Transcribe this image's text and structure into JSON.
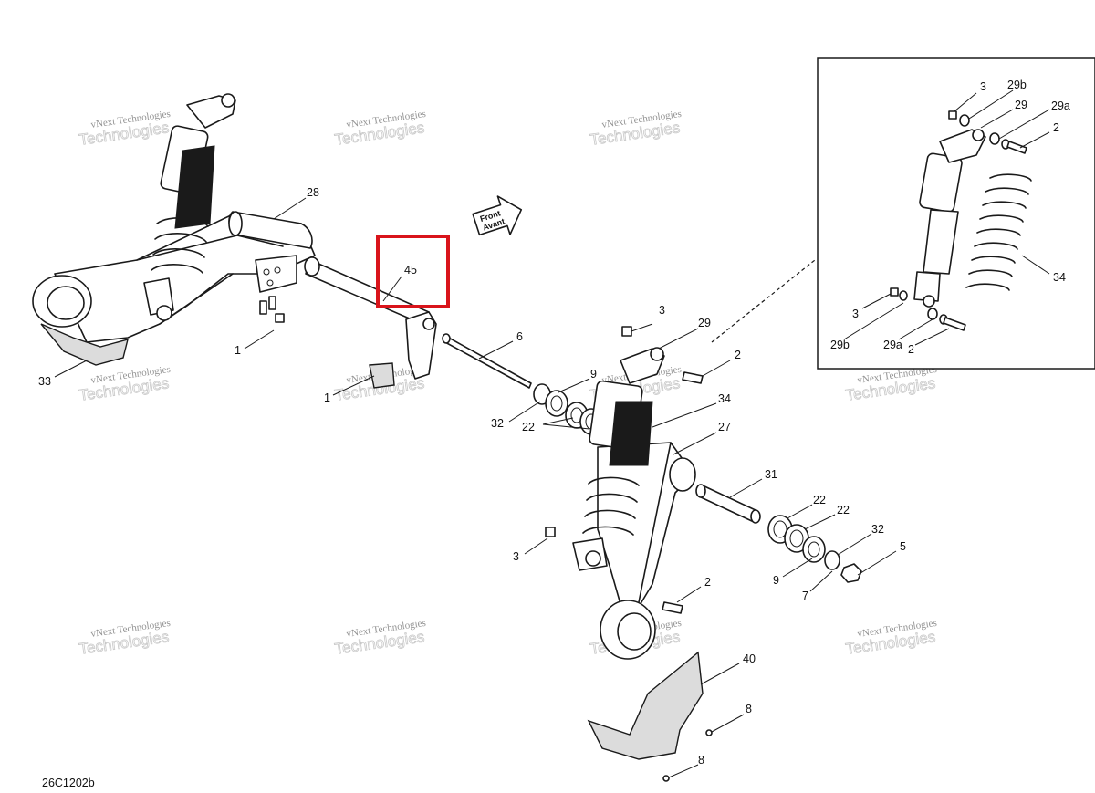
{
  "diagram": {
    "code": "26C1202b",
    "highlight_color": "#d9141b",
    "watermark_small": "vNext Technologies",
    "watermark_large": "Technologies",
    "front_label": "Front",
    "front_label_fr": "Avant",
    "labels": {
      "l28": "28",
      "l45": "45",
      "l1a": "1",
      "l1b": "1",
      "l33": "33",
      "l6": "6",
      "l9a": "9",
      "l32a": "32",
      "l22a": "22",
      "l3a": "3",
      "l29": "29",
      "l2a": "2",
      "l34": "34",
      "l27": "27",
      "l31": "31",
      "l22b": "22",
      "l22c": "22",
      "l32b": "32",
      "l5": "5",
      "l9b": "9",
      "l7": "7",
      "l3b": "3",
      "l2b": "2",
      "l40": "40",
      "l8a": "8",
      "l8b": "8",
      "i3a": "3",
      "i29b_a": "29b",
      "i29": "29",
      "i29a_a": "29a",
      "i2a": "2",
      "i34": "34",
      "i3b": "3",
      "i29b_b": "29b",
      "i29a_b": "29a",
      "i2b": "2"
    }
  }
}
